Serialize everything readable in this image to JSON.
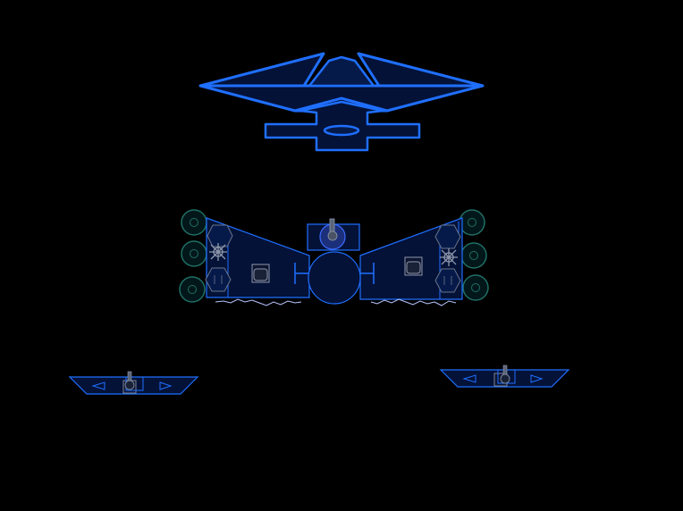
{
  "scene": {
    "background": "#000000",
    "palette": {
      "neon_blue": "#1f6fff",
      "hull_fill": "#061a4a",
      "hull_fill_dark": "#041238",
      "edge_blue": "#2b7bff",
      "teal": "#1f6f66",
      "teal_fill": "#02171a",
      "grey": "#6a7488",
      "grey_light": "#9aa3b5",
      "spark": "#b9c6ff"
    },
    "entities": [
      {
        "name": "mothership",
        "role": "boss enemy"
      },
      {
        "name": "player-ship",
        "role": "player"
      },
      {
        "name": "left-platform",
        "role": "side turret"
      },
      {
        "name": "right-platform",
        "role": "side turret"
      }
    ]
  }
}
